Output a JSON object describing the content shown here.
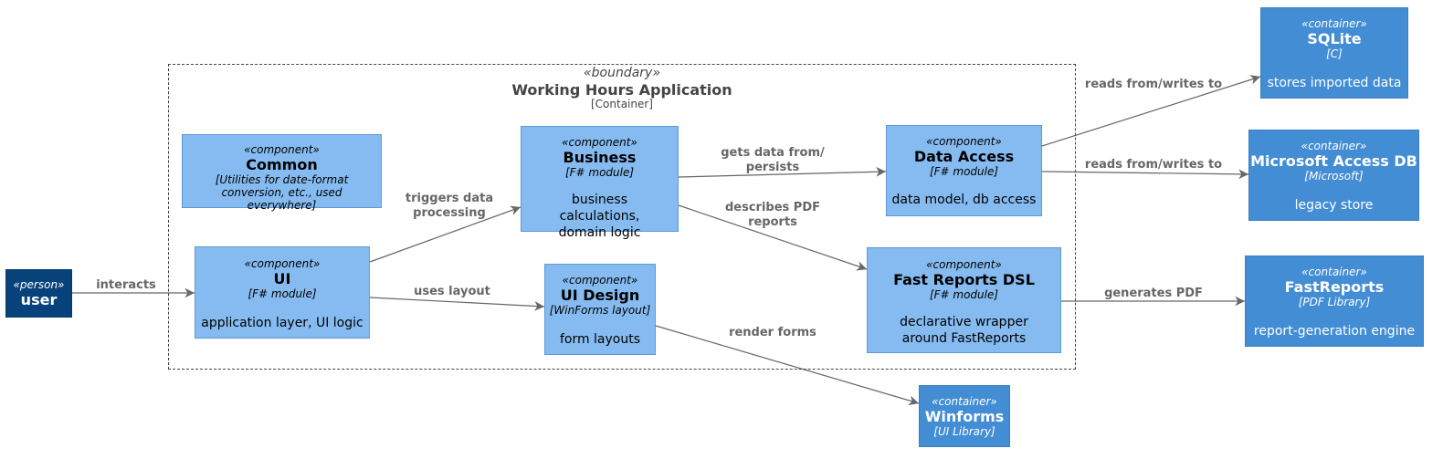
{
  "boundary": {
    "stereotype": "«boundary»",
    "name": "Working Hours Application",
    "tech": "[Container]"
  },
  "nodes": {
    "user": {
      "stereotype": "«person»",
      "name": "user"
    },
    "common": {
      "stereotype": "«component»",
      "name": "Common",
      "tech": "[Utilities for date-format conversion, etc., used everywhere]"
    },
    "ui": {
      "stereotype": "«component»",
      "name": "UI",
      "tech": "[F# module]",
      "desc": "application layer, UI logic"
    },
    "business": {
      "stereotype": "«component»",
      "name": "Business",
      "tech": "[F# module]",
      "desc": "business calculations, domain logic"
    },
    "ui_design": {
      "stereotype": "«component»",
      "name": "UI Design",
      "tech": "[WinForms layout]",
      "desc": "form layouts"
    },
    "data_access": {
      "stereotype": "«component»",
      "name": "Data Access",
      "tech": "[F# module]",
      "desc": "data model, db access"
    },
    "fast_reports_dsl": {
      "stereotype": "«component»",
      "name": "Fast Reports DSL",
      "tech": "[F# module]",
      "desc": "declarative wrapper around FastReports"
    },
    "sqlite": {
      "stereotype": "«container»",
      "name": "SQLite",
      "tech": "[C]",
      "desc": "stores imported data"
    },
    "ms_access": {
      "stereotype": "«container»",
      "name": "Microsoft Access DB",
      "tech": "[Microsoft]",
      "desc": "legacy store"
    },
    "fastreports": {
      "stereotype": "«container»",
      "name": "FastReports",
      "tech": "[PDF Library]",
      "desc": "report-generation engine"
    },
    "winforms": {
      "stereotype": "«container»",
      "name": "Winforms",
      "tech": "[UI Library]"
    }
  },
  "relations": {
    "interacts": "interacts",
    "triggers": "triggers data processing",
    "uses_layout": "uses layout",
    "gets_data": "gets data from/ persists",
    "describes_pdf": "describes PDF reports",
    "render_forms": "render forms",
    "reads_sqlite": "reads from/writes to",
    "reads_access": "reads from/writes to",
    "generates_pdf": "generates PDF"
  },
  "colors": {
    "component": "#85bbf0",
    "container": "#438dd5",
    "person": "#08427b",
    "edge": "#666666"
  }
}
